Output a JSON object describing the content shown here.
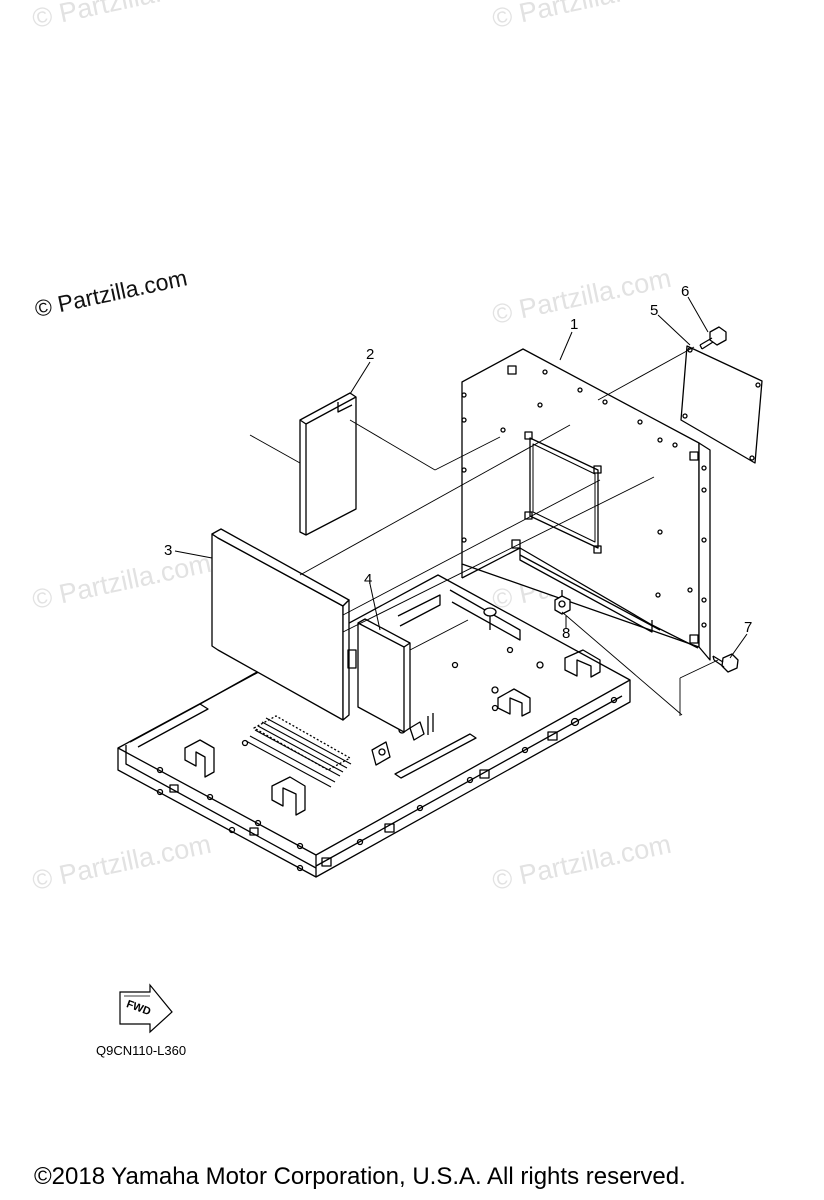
{
  "watermark": "© Partzilla.com",
  "callouts": [
    "1",
    "2",
    "3",
    "4",
    "5",
    "6",
    "7",
    "8"
  ],
  "fwd_label": "FWD",
  "diagram_code": "Q9CN110-L360",
  "copyright": "©2018  Yamaha Motor Corporation, U.S.A. All rights reserved."
}
